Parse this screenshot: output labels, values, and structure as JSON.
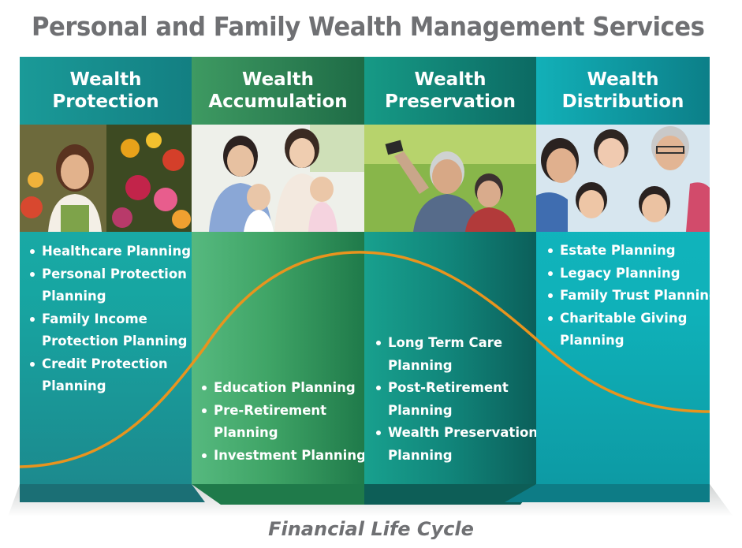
{
  "page": {
    "title": "Personal and Family Wealth Management Services",
    "footer_caption": "Financial Life Cycle"
  },
  "stages": [
    {
      "heading_line1": "Wealth",
      "heading_line2": "Protection",
      "photo": "woman-florist-photo",
      "bullet_lines": [
        "Healthcare Planning",
        "Personal Protection",
        "Planning",
        "Family Income",
        "Protection Planning",
        "Credit Protection",
        "Planning"
      ],
      "color": "#1aa8a6"
    },
    {
      "heading_line1": "Wealth",
      "heading_line2": "Accumulation",
      "photo": "young-family-photo",
      "bullet_lines": [
        "Education Planning",
        "Pre-Retirement",
        "Planning",
        "Investment Planning"
      ],
      "color": "#3fae6a"
    },
    {
      "heading_line1": "Wealth",
      "heading_line2": "Preservation",
      "photo": "elderly-couple-selfie-photo",
      "bullet_lines": [
        "Long Term Care",
        "Planning",
        "Post-Retirement",
        "Planning",
        "Wealth Preservation",
        "Planning"
      ],
      "color": "#129a87"
    },
    {
      "heading_line1": "Wealth",
      "heading_line2": "Distribution",
      "photo": "multigeneration-family-photo",
      "bullet_lines": [
        "Estate Planning",
        "Legacy Planning",
        "Family Trust Planning",
        "Charitable Giving",
        "Planning"
      ],
      "color": "#12b4bd"
    }
  ],
  "colors": {
    "title_gray": "#6f7073",
    "curve_orange": "#e8941e",
    "protection_teal": "#1aa8a6",
    "accumulation_green": "#3fae6a",
    "preservation_teal": "#129a87",
    "distribution_cyan": "#12b4bd"
  }
}
